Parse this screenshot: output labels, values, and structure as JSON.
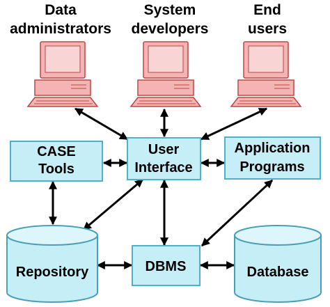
{
  "users": [
    {
      "line1": "Data",
      "line2": "administrators"
    },
    {
      "line1": "System",
      "line2": "developers"
    },
    {
      "line1": "End",
      "line2": "users"
    }
  ],
  "components": {
    "case_tools": {
      "line1": "CASE",
      "line2": "Tools"
    },
    "user_interface": {
      "line1": "User",
      "line2": "Interface"
    },
    "application_programs": {
      "line1": "Application",
      "line2": "Programs"
    },
    "dbms": "DBMS"
  },
  "stores": {
    "repository": "Repository",
    "database": "Database"
  },
  "colors": {
    "box_fill": "#c6eef7",
    "box_border": "#4fb0c6",
    "computer_fill": "#f4b4b4",
    "computer_border": "#b84646",
    "arrow": "#000000"
  },
  "icons": [
    "computer-icon",
    "computer-icon",
    "computer-icon"
  ]
}
